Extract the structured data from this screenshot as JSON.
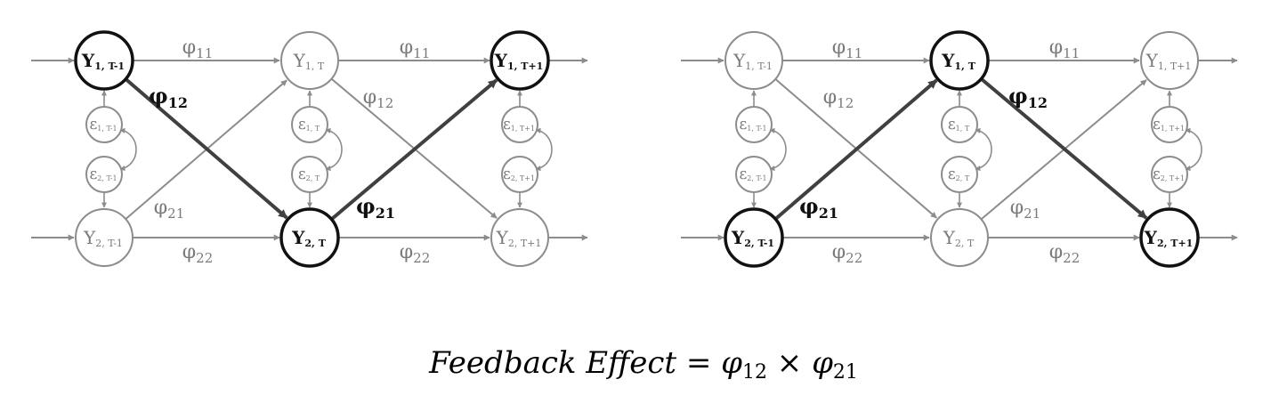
{
  "panels": [
    {
      "nodes": {
        "y1_tm1": {
          "main": "Y",
          "sub": "1, T-1",
          "highlighted": true
        },
        "y1_t": {
          "main": "Y",
          "sub": "1, T",
          "highlighted": false
        },
        "y1_tp1": {
          "main": "Y",
          "sub": "1, T+1",
          "highlighted": true
        },
        "y2_tm1": {
          "main": "Y",
          "sub": "2, T-1",
          "highlighted": false
        },
        "y2_t": {
          "main": "Y",
          "sub": "2, T",
          "highlighted": true
        },
        "y2_tp1": {
          "main": "Y",
          "sub": "2, T+1",
          "highlighted": false
        },
        "e1_tm1": {
          "main": "ε",
          "sub": "1, T-1"
        },
        "e2_tm1": {
          "main": "ε",
          "sub": "2, T-1"
        },
        "e1_t": {
          "main": "ε",
          "sub": "1, T"
        },
        "e2_t": {
          "main": "ε",
          "sub": "2, T"
        },
        "e1_tp1": {
          "main": "ε",
          "sub": "1, T+1"
        },
        "e2_tp1": {
          "main": "ε",
          "sub": "2, T+1"
        }
      },
      "edges": [
        {
          "from": "y1_tm1",
          "to": "y1_t",
          "label": "φ",
          "sub": "11",
          "bold": false
        },
        {
          "from": "y1_t",
          "to": "y1_tp1",
          "label": "φ",
          "sub": "11",
          "bold": false
        },
        {
          "from": "y2_tm1",
          "to": "y2_t",
          "label": "φ",
          "sub": "22",
          "bold": false
        },
        {
          "from": "y2_t",
          "to": "y2_tp1",
          "label": "φ",
          "sub": "22",
          "bold": false
        },
        {
          "from": "y1_tm1",
          "to": "y2_t",
          "label": "φ",
          "sub": "12",
          "bold": true
        },
        {
          "from": "y2_tm1",
          "to": "y1_t",
          "label": "φ",
          "sub": "21",
          "bold": false
        },
        {
          "from": "y1_t",
          "to": "y2_tp1",
          "label": "φ",
          "sub": "12",
          "bold": false
        },
        {
          "from": "y2_t",
          "to": "y1_tp1",
          "label": "φ",
          "sub": "21",
          "bold": true
        }
      ]
    },
    {
      "nodes": {
        "y1_tm1": {
          "main": "Y",
          "sub": "1, T-1",
          "highlighted": false
        },
        "y1_t": {
          "main": "Y",
          "sub": "1, T",
          "highlighted": true
        },
        "y1_tp1": {
          "main": "Y",
          "sub": "1, T+1",
          "highlighted": false
        },
        "y2_tm1": {
          "main": "Y",
          "sub": "2, T-1",
          "highlighted": true
        },
        "y2_t": {
          "main": "Y",
          "sub": "2, T",
          "highlighted": false
        },
        "y2_tp1": {
          "main": "Y",
          "sub": "2, T+1",
          "highlighted": true
        },
        "e1_tm1": {
          "main": "ε",
          "sub": "1, T-1"
        },
        "e2_tm1": {
          "main": "ε",
          "sub": "2, T-1"
        },
        "e1_t": {
          "main": "ε",
          "sub": "1, T"
        },
        "e2_t": {
          "main": "ε",
          "sub": "2, T"
        },
        "e1_tp1": {
          "main": "ε",
          "sub": "1, T+1"
        },
        "e2_tp1": {
          "main": "ε",
          "sub": "2, T+1"
        }
      },
      "edges": [
        {
          "from": "y1_tm1",
          "to": "y1_t",
          "label": "φ",
          "sub": "11",
          "bold": false
        },
        {
          "from": "y1_t",
          "to": "y1_tp1",
          "label": "φ",
          "sub": "11",
          "bold": false
        },
        {
          "from": "y2_tm1",
          "to": "y2_t",
          "label": "φ",
          "sub": "22",
          "bold": false
        },
        {
          "from": "y2_t",
          "to": "y2_tp1",
          "label": "φ",
          "sub": "22",
          "bold": false
        },
        {
          "from": "y1_tm1",
          "to": "y2_t",
          "label": "φ",
          "sub": "12",
          "bold": false
        },
        {
          "from": "y2_tm1",
          "to": "y1_t",
          "label": "φ",
          "sub": "21",
          "bold": true
        },
        {
          "from": "y1_t",
          "to": "y2_tp1",
          "label": "φ",
          "sub": "12",
          "bold": true
        },
        {
          "from": "y2_t",
          "to": "y1_tp1",
          "label": "φ",
          "sub": "21",
          "bold": false
        }
      ]
    }
  ],
  "formula": {
    "lhs": "Feedback Effect",
    "eq": "=",
    "a": "φ",
    "a_sub": "12",
    "times": "×",
    "b": "φ",
    "b_sub": "21"
  },
  "colors": {
    "dark": "#111111",
    "bold_edge": "#404040",
    "light": "#8c8c8c",
    "light_text": "#7a7a7a"
  }
}
